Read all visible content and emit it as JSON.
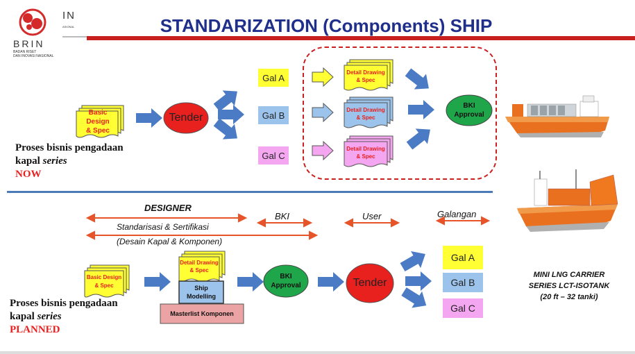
{
  "header": {
    "title": "STANDARIZATION (Components) SHIP",
    "logo_name": "BRIN",
    "logo_sub1": "BADAN RISET",
    "logo_sub2": "DAN INOVASI NASIONAL",
    "logo_in": "IN",
    "logo_in_sub": "ASIONAL"
  },
  "now_flow": {
    "basic_design": [
      "Basic Design",
      "& Spec"
    ],
    "tender": "Tender",
    "gal_a": "Gal A",
    "gal_b": "Gal B",
    "gal_c": "Gal C",
    "detail_drawing": [
      "Detail Drawing",
      "& Spec"
    ],
    "bki": [
      "BKI",
      "Approval"
    ],
    "caption": [
      "Proses bisnis pengadaan",
      "kapal",
      "series"
    ],
    "status": "NOW"
  },
  "planned_flow": {
    "designer": "DESIGNER",
    "bki_label": "BKI",
    "user_label": "User",
    "galangan_label": "Galangan",
    "standardization": "Standarisasi & Sertifikasi",
    "desain": "(Desain Kapal & Komponen)",
    "basic_design": [
      "Basic Design",
      "& Spec"
    ],
    "detail_drawing": [
      "Detail Drawing",
      "& Spec"
    ],
    "ship_modelling": [
      "Ship",
      "Modelling"
    ],
    "masterlist": "Masterlist Komponen",
    "bki": [
      "BKI",
      "Approval"
    ],
    "tender": "Tender",
    "gal_a": "Gal A",
    "gal_b": "Gal B",
    "gal_c": "Gal C",
    "caption": [
      "Proses bisnis pengadaan",
      "kapal",
      "series"
    ],
    "status": "PLANNED"
  },
  "ship_caption": [
    "MINI LNG CARRIER",
    "SERIES LCT-ISOTANK",
    "(20 ft – 32 tanki)"
  ],
  "colors": {
    "title": "#1f2f8a",
    "arrow": "#4a7bc4",
    "red": "#e8201e",
    "green": "#1fa64a",
    "yellow": "#ffff33",
    "blue": "#9cc3eb",
    "pink": "#f5a6f0",
    "divider_red": "#c8201e",
    "divider_blue": "#4a7ab8"
  }
}
